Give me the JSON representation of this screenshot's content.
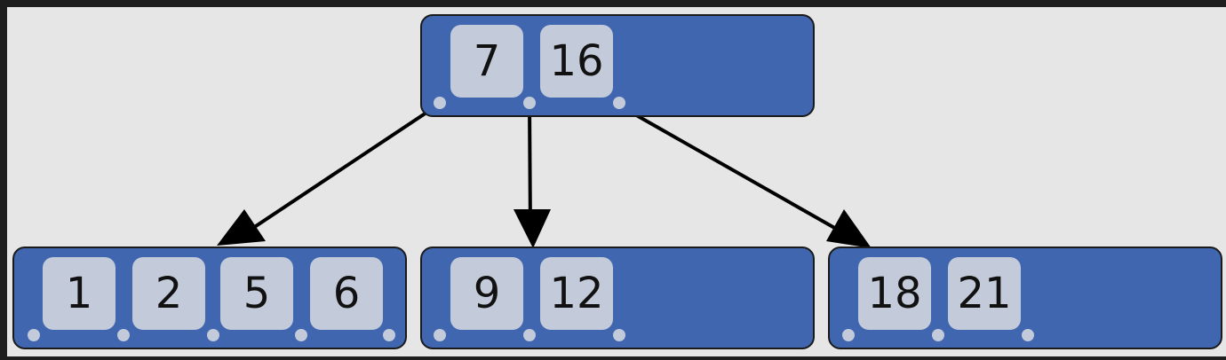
{
  "colors": {
    "frame": "#1e1e1e",
    "canvas": "#e6e6e6",
    "node_fill": "#4066b0",
    "node_border": "#1a1a1a",
    "key_fill": "#c3cbdb",
    "edge": "#000000"
  },
  "tree": {
    "root": {
      "keys": [
        "7",
        "16"
      ]
    },
    "children": [
      {
        "keys": [
          "1",
          "2",
          "5",
          "6"
        ]
      },
      {
        "keys": [
          "9",
          "12"
        ]
      },
      {
        "keys": [
          "18",
          "21"
        ]
      }
    ]
  }
}
